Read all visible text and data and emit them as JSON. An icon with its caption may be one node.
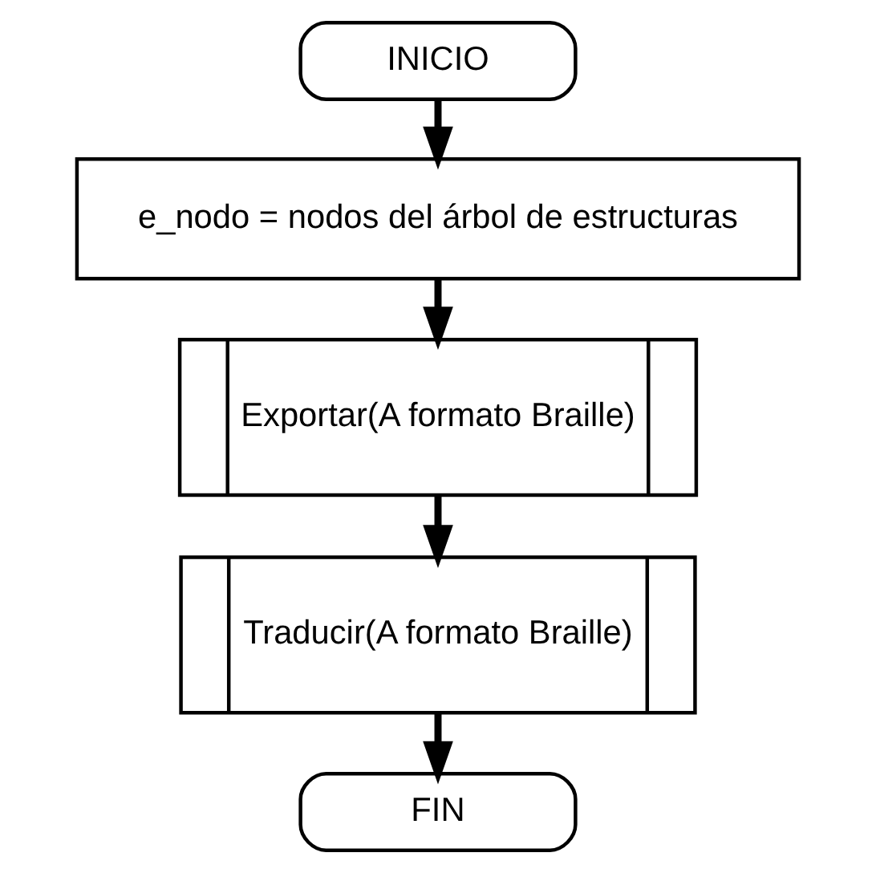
{
  "diagram": {
    "nodes": [
      {
        "text": [
          "INICIO"
        ]
      },
      {
        "text": [
          "e_nodo = nodos del árbol de estructuras"
        ]
      },
      {
        "text": [
          "Exportar(A formato Braille)"
        ]
      },
      {
        "text": [
          "Traducir(A formato Braille)"
        ]
      },
      {
        "text": [
          "FIN"
        ]
      }
    ],
    "edges": [
      {
        "from": 0,
        "to": 1,
        "arrow": "to"
      },
      {
        "from": 1,
        "to": 2,
        "arrow": "to"
      },
      {
        "from": 2,
        "to": 3,
        "arrow": "to"
      },
      {
        "from": 3,
        "to": 4,
        "arrow": "to"
      }
    ]
  }
}
